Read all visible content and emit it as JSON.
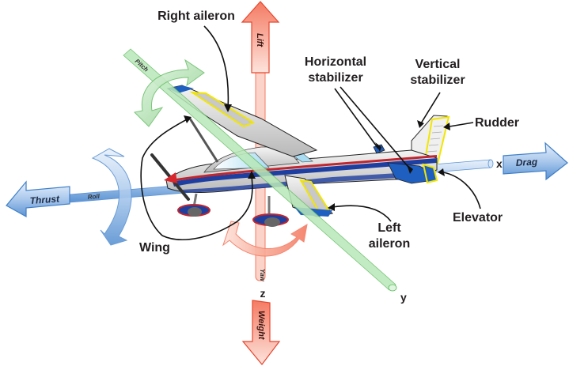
{
  "diagram": {
    "title": "Axes of an airplane and the four forces",
    "labels": {
      "right_aileron": "Right aileron",
      "horizontal_stabilizer_1": "Horizontal",
      "horizontal_stabilizer_2": "stabilizer",
      "vertical_stabilizer_1": "Vertical",
      "vertical_stabilizer_2": "stabilizer",
      "rudder": "Rudder",
      "elevator": "Elevator",
      "left_aileron_1": "Left",
      "left_aileron_2": "aileron",
      "wing": "Wing"
    },
    "forces": {
      "lift": "Lift",
      "weight": "Weight",
      "thrust": "Thrust",
      "drag": "Drag"
    },
    "rotations": {
      "pitch": "Pitch",
      "roll": "Roll",
      "yaw": "Yaw"
    },
    "axes": {
      "x": "x",
      "y": "y",
      "z": "z"
    },
    "colors": {
      "lift_weight": "#f47b63",
      "thrust_drag": "#5b9bd5",
      "pitch": "#8fd18f",
      "highlight": "#f2e600",
      "fuselage_stripe_blue": "#1f3fa0",
      "fuselage_stripe_red": "#c0262d"
    }
  }
}
